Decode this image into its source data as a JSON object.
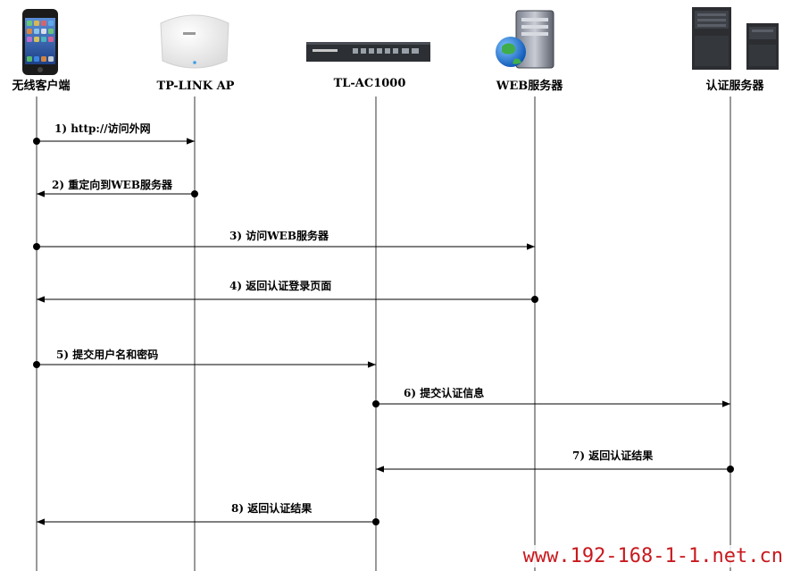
{
  "actors": [
    {
      "id": "client",
      "label": "无线客户端",
      "icon": "smartphone-icon"
    },
    {
      "id": "ap",
      "label": "TP-LINK AP",
      "icon": "ceiling-ap-icon"
    },
    {
      "id": "ac",
      "label": "TL-AC1000",
      "icon": "rack-controller-icon"
    },
    {
      "id": "web",
      "label": "WEB服务器",
      "icon": "web-server-icon"
    },
    {
      "id": "auth",
      "label": "认证服务器",
      "icon": "tower-server-icon"
    }
  ],
  "messages": [
    {
      "label": "1) http://访问外网",
      "from": "client",
      "to": "ap"
    },
    {
      "label": "2) 重定向到WEB服务器",
      "from": "ap",
      "to": "client"
    },
    {
      "label": "3) 访问WEB服务器",
      "from": "client",
      "to": "web"
    },
    {
      "label": "4) 返回认证登录页面",
      "from": "web",
      "to": "client"
    },
    {
      "label": "5) 提交用户名和密码",
      "from": "client",
      "to": "ac"
    },
    {
      "label": "6) 提交认证信息",
      "from": "ac",
      "to": "auth"
    },
    {
      "label": "7) 返回认证结果",
      "from": "auth",
      "to": "ac"
    },
    {
      "label": "8) 返回认证结果",
      "from": "ac",
      "to": "client"
    }
  ],
  "watermark": "www.192-168-1-1.net.cn",
  "colors": {
    "watermark": "#c8191e",
    "line": "#000000"
  }
}
